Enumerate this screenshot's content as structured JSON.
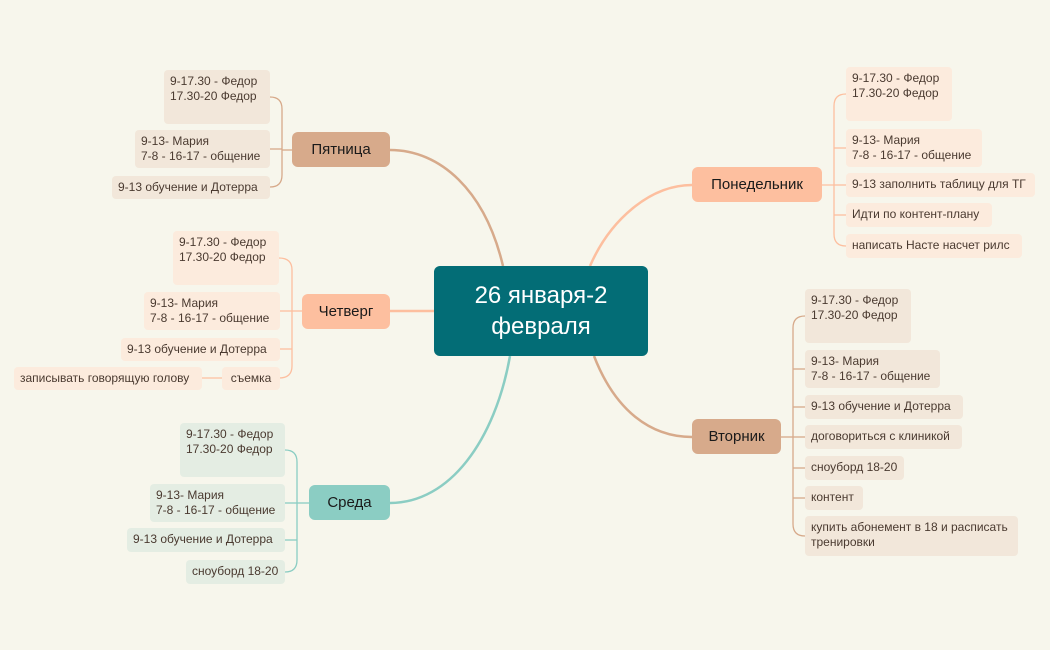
{
  "center": {
    "title": "26 января-2\nфевраля"
  },
  "colors": {
    "background": "#f7f6ec",
    "center": "#036d76",
    "monday": "#fdbf9f",
    "monday_leaf": "#fcebdd",
    "tuesday": "#d7aa8b",
    "tuesday_leaf": "#f2e7da",
    "wednesday": "#8bcdc3",
    "wednesday_leaf": "#e4ede3",
    "thursday": "#fdbf9f",
    "thursday_leaf": "#fcebdd",
    "friday": "#d7aa8b",
    "friday_leaf": "#f2e7da"
  },
  "branches": {
    "friday": {
      "label": "Пятница",
      "items": [
        "9-17.30 -  Федор\n17.30-20 Федор",
        "9-13- Мария\n7-8 - 16-17 - общение",
        "9-13 обучение и Дотерра"
      ]
    },
    "thursday": {
      "label": "Четверг",
      "items": [
        "9-17.30 -  Федор\n17.30-20 Федор",
        "9-13- Мария\n7-8 - 16-17 - общение",
        "9-13 обучение и Дотерра",
        "съемка"
      ],
      "sub_item": "записывать говорящую голову"
    },
    "wednesday": {
      "label": "Среда",
      "items": [
        "9-17.30 -  Федор\n17.30-20 Федор",
        "9-13- Мария\n7-8 - 16-17 - общение",
        "9-13 обучение и Дотерра",
        "сноуборд 18-20"
      ]
    },
    "monday": {
      "label": "Понедельник",
      "items": [
        "9-17.30 -  Федор\n17.30-20 Федор",
        "9-13- Мария\n7-8 - 16-17 - общение",
        "9-13 заполнить таблицу для ТГ",
        "Идти по контент-плану",
        "написать Насте насчет рилс"
      ]
    },
    "tuesday": {
      "label": "Вторник",
      "items": [
        "9-17.30 -  Федор\n17.30-20 Федор",
        "9-13- Мария\n7-8 - 16-17 - общение",
        "9-13 обучение и Дотерра",
        "договориться с клиникой",
        "сноуборд 18-20",
        "контент",
        "купить абонемент в 18 и расписать\nтренировки"
      ]
    }
  }
}
